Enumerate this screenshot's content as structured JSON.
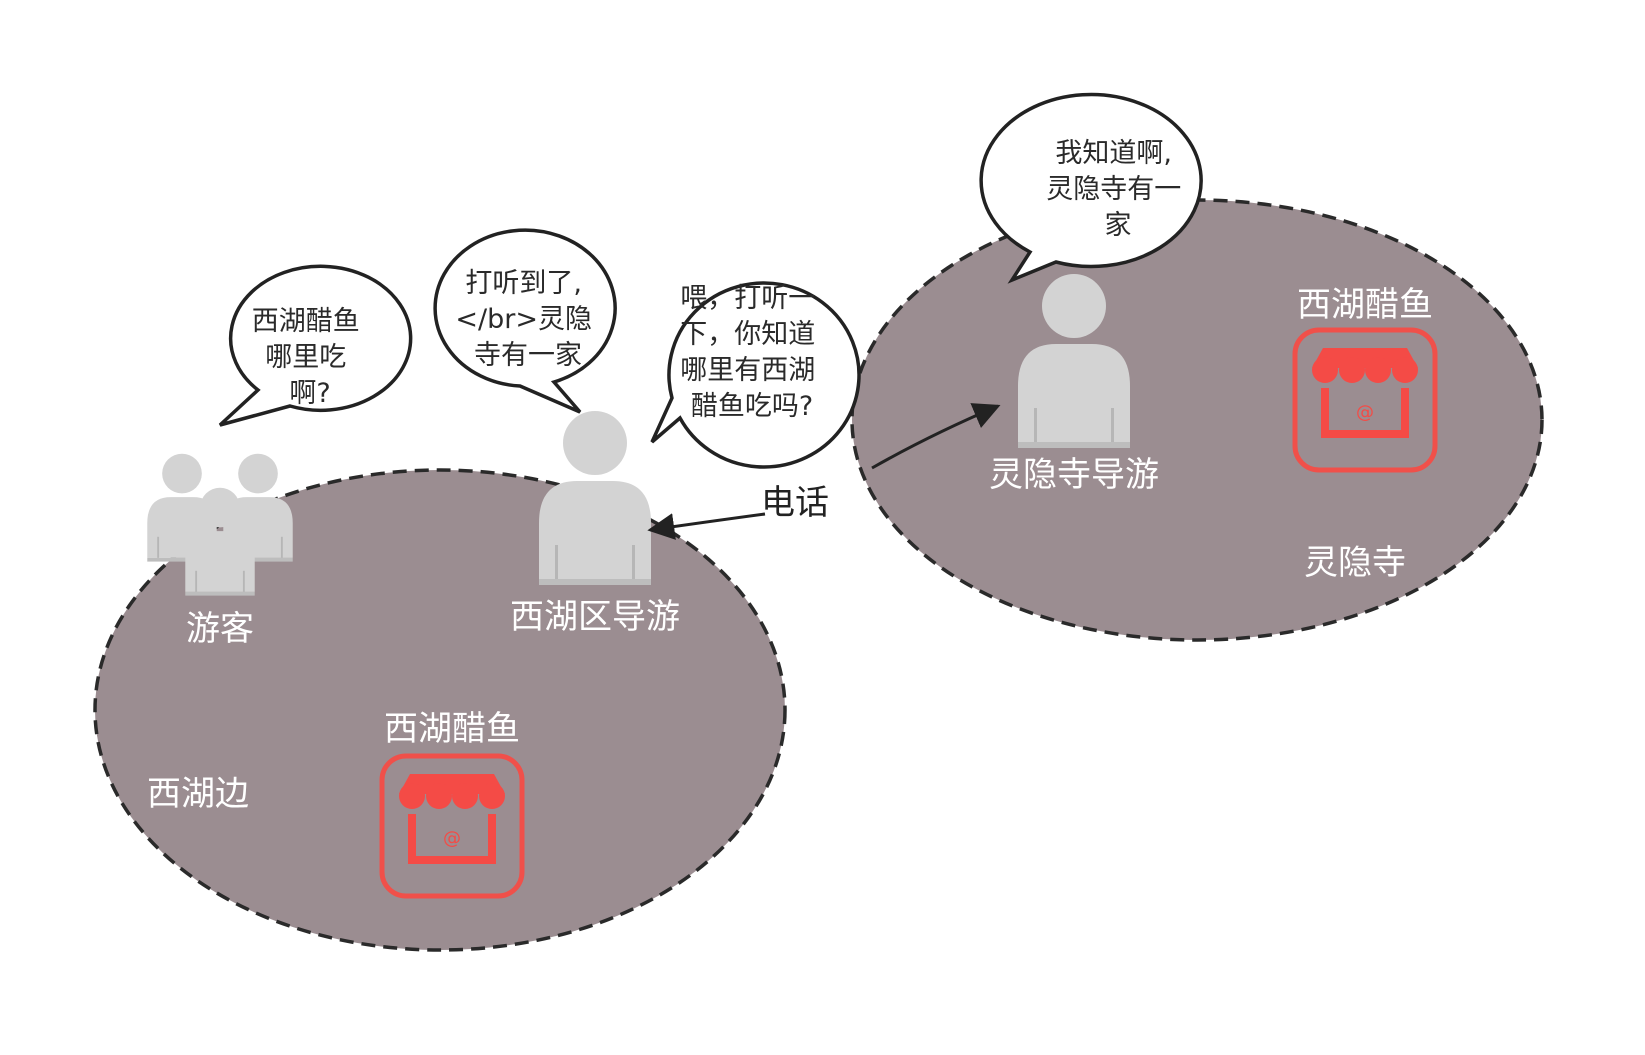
{
  "regions": {
    "west_lake": {
      "label": "西湖边",
      "shop_label": "西湖醋鱼"
    },
    "lingyin": {
      "label": "灵隐寺",
      "shop_label": "西湖醋鱼"
    }
  },
  "actors": {
    "tourists": "游客",
    "west_lake_guide": "西湖区导游",
    "lingyin_guide": "灵隐寺导游"
  },
  "connector": {
    "label": "电话"
  },
  "bubbles": {
    "tourist_question": [
      "西湖醋鱼",
      "哪里吃",
      "啊?"
    ],
    "guide_reply": [
      "打听到了,",
      "</br>灵隐",
      "寺有一家"
    ],
    "guide_call": [
      "喂，打听一",
      "下，你知道",
      "哪里有西湖",
      "醋鱼吃吗?"
    ],
    "lingyin_answer": [
      "我知道啊,",
      "灵隐寺有一",
      "家"
    ]
  },
  "colors": {
    "region_fill": "#9b8d91",
    "shop_red": "#f44b46",
    "person_gray": "#d3d3d3"
  },
  "icons": {
    "tourists": "group-people-icon",
    "guide": "person-icon",
    "shop": "storefront-icon"
  }
}
